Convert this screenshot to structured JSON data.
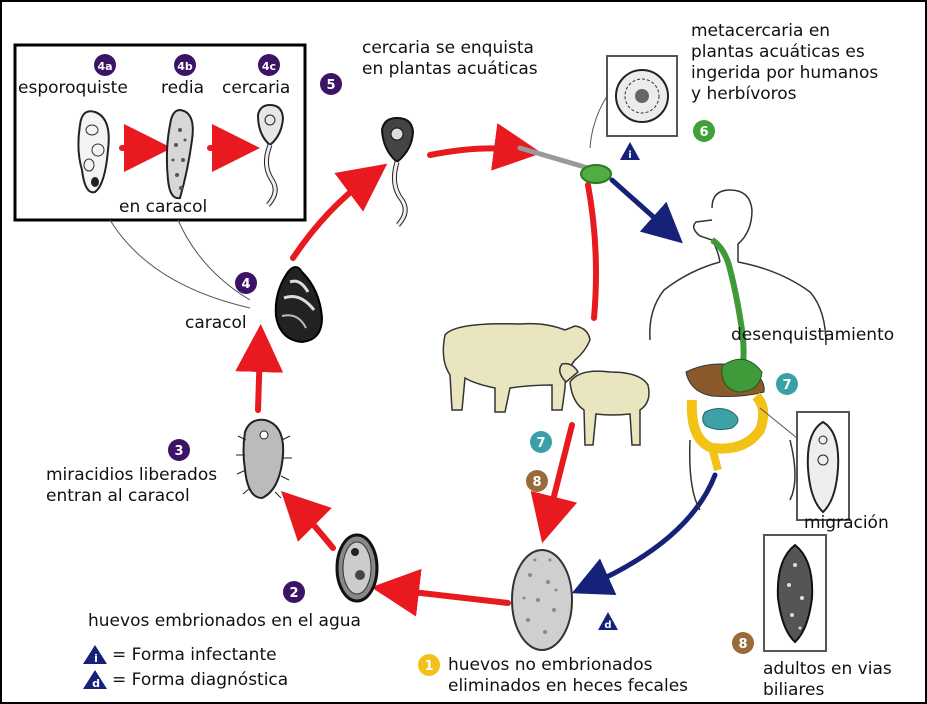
{
  "colors": {
    "cycle_arrow": "#e8191f",
    "host_arrow": "#16217a",
    "badge_purple": "#3b1466",
    "badge_green": "#3fa13a",
    "badge_teal": "#3aa0a8",
    "badge_brown": "#9a6a3a",
    "badge_yellow": "#f2c21b",
    "animal_fill": "#e9e6bf",
    "intestine_yellow": "#f3c216",
    "intestine_teal": "#3ea1a6",
    "stomach_green": "#3f9a3a",
    "liver_brown": "#8a5a2a"
  },
  "inset": {
    "stages": [
      {
        "badge": "4a",
        "label": "esporoquiste"
      },
      {
        "badge": "4b",
        "label": "redia"
      },
      {
        "badge": "4c",
        "label": "cercaria"
      }
    ],
    "caption": "en caracol"
  },
  "stages": {
    "s1": {
      "badge": "1",
      "line1": "huevos no embrionados",
      "line2": "eliminados en heces fecales"
    },
    "s2": {
      "badge": "2",
      "text": "huevos embrionados en el agua"
    },
    "s3": {
      "badge": "3",
      "line1": "miracidios liberados",
      "line2": "entran al caracol"
    },
    "s4": {
      "badge": "4",
      "text": "caracol"
    },
    "s5": {
      "badge": "5",
      "line1": "cercaria se enquista",
      "line2": "en plantas acuáticas"
    },
    "s6": {
      "badge": "6",
      "line1": "metacercaria en",
      "line2": "plantas acuáticas es",
      "line3": "ingerida por humanos",
      "line4": "y herbívoros"
    },
    "s7": {
      "badge": "7",
      "text": "desenquistamiento"
    },
    "s7b": {
      "badge": "7"
    },
    "s8": {
      "badge": "8",
      "line1": "adultos en vias",
      "line2": "biliares"
    },
    "s8b": {
      "badge": "8"
    },
    "migration": {
      "text": "migración"
    }
  },
  "markers": {
    "infective": "i",
    "diagnostic": "d"
  },
  "legend": {
    "infective": {
      "symbol": "i",
      "text": "= Forma infectante"
    },
    "diagnostic": {
      "symbol": "d",
      "text": "= Forma diagnóstica"
    }
  }
}
